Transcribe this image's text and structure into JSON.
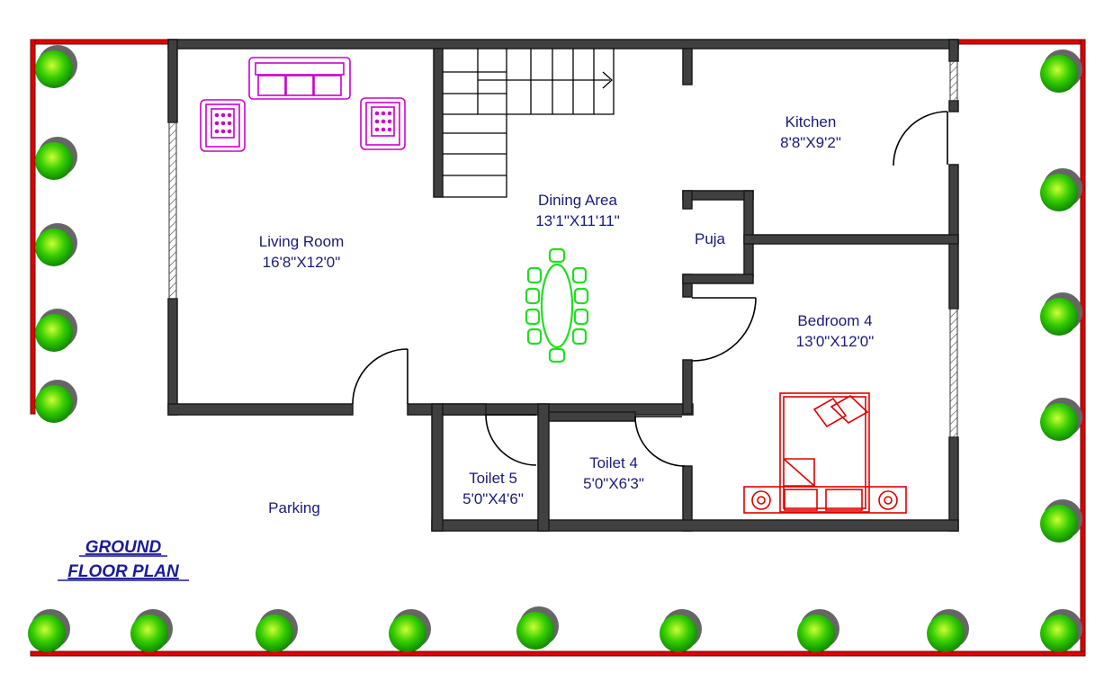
{
  "title": {
    "line1": "GROUND",
    "line2": "FLOOR PLAN"
  },
  "rooms": {
    "living": {
      "name": "Living Room",
      "size": "16'8\"X12'0\""
    },
    "dining": {
      "name": "Dining Area",
      "size": "13'1\"X11'11\""
    },
    "kitchen": {
      "name": "Kitchen",
      "size": "8'8\"X9'2\""
    },
    "puja": {
      "name": "Puja"
    },
    "bedroom": {
      "name": "Bedroom 4",
      "size": "13'0\"X12'0\""
    },
    "toilet5": {
      "name": "Toilet 5",
      "size": "5'0\"X4'6\""
    },
    "toilet4": {
      "name": "Toilet 4",
      "size": "5'0\"X6'3\""
    },
    "parking": {
      "name": "Parking"
    }
  },
  "colors": {
    "boundary": "#e00000",
    "wall": "#404040",
    "sofa": "#cc00cc",
    "dining_table": "#22dd22",
    "bed": "#e00000",
    "tree": "#33cc00",
    "label": "#1a1a7a"
  },
  "icons": {
    "tree": "tree-icon",
    "sofa": "sofa-icon",
    "armchair": "armchair-icon",
    "dining_table": "dining-table-icon",
    "bed": "bed-icon",
    "staircase": "staircase-icon",
    "door": "door-swing-icon"
  }
}
